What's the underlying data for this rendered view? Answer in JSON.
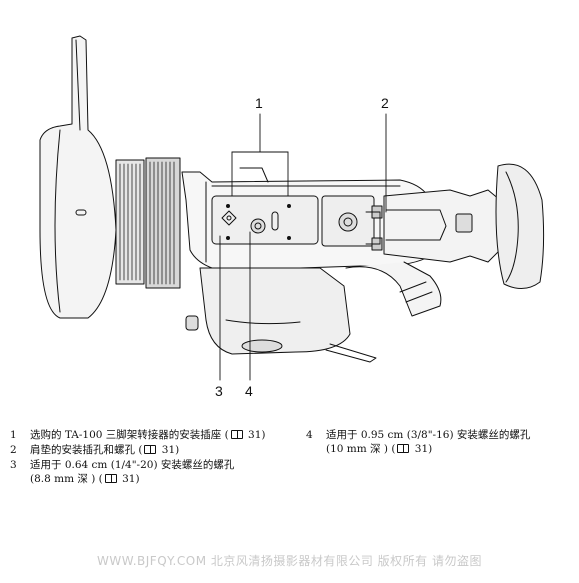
{
  "callouts": [
    "1",
    "2",
    "3",
    "4"
  ],
  "captions": {
    "item1": {
      "num": "1",
      "text": "选购的 TA-100 三脚架转接器的安装插座 (",
      "page": " 31)"
    },
    "item2": {
      "num": "2",
      "text": "肩垫的安装插孔和螺孔 (",
      "page": " 31)"
    },
    "item3": {
      "num": "3",
      "text": "适用于 0.64 cm (1/4\"-20) 安装螺丝的螺孔",
      "cont": "(8.8 mm 深 ) (",
      "page": " 31)"
    },
    "item4": {
      "num": "4",
      "text": "适用于 0.95 cm (3/8\"-16) 安装螺丝的螺孔",
      "cont": "(10 mm 深 ) (",
      "page": " 31)"
    }
  },
  "watermark": "WWW.BJFQY.COM 北京风清扬摄影器材有限公司 版权所有 请勿盗图"
}
